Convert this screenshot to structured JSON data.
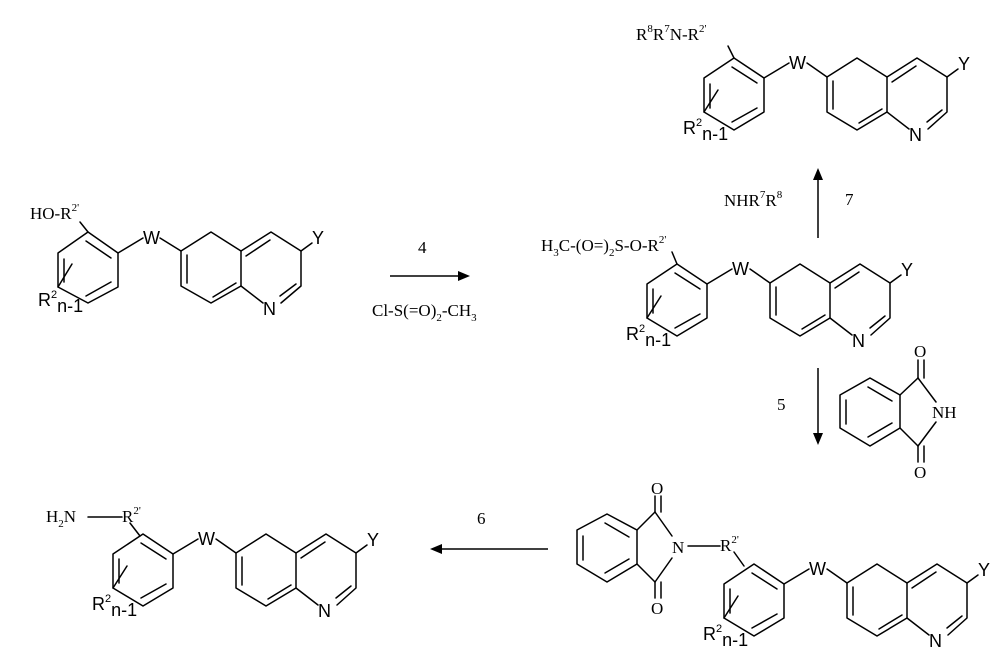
{
  "molecules": {
    "start": {
      "label_main": "HO-R",
      "label_sup": "2'",
      "sub_r": "R",
      "sub_r_sup": "2",
      "sub_index": "n-1",
      "w": "W",
      "y": "Y",
      "n": "N"
    },
    "mesylate": {
      "label_pre": "H",
      "label_pre_sub": "3",
      "label_mid": "C-(O=)",
      "label_mid_sub": "2",
      "label_end": "S-O-R",
      "label_sup": "2'",
      "sub_r": "R",
      "sub_r_sup": "2",
      "sub_index": "n-1",
      "w": "W",
      "y": "Y",
      "n": "N"
    },
    "amine_product": {
      "r8": "R",
      "r8_sup": "8",
      "r7": "R",
      "r7_sup": "7",
      "mid": "N-R",
      "label_sup": "2'",
      "sub_r": "R",
      "sub_r_sup": "2",
      "sub_index": "n-1",
      "w": "W",
      "y": "Y",
      "n": "N"
    },
    "phthalimide_product": {
      "o_top": "O",
      "o_bottom": "O",
      "n_imide": "N",
      "r": "R",
      "r_sup": "2'",
      "sub_r": "R",
      "sub_r_sup": "2",
      "sub_index": "n-1",
      "w": "W",
      "y": "Y",
      "n": "N"
    },
    "primary_amine": {
      "h": "H",
      "h_sub": "2",
      "n": "N",
      "r": "R",
      "r_sup": "2'",
      "sub_r": "R",
      "sub_r_sup": "2",
      "sub_index": "n-1",
      "w": "W",
      "y": "Y",
      "n_ring": "N"
    },
    "phthalimide_reagent": {
      "o_top": "O",
      "o_bottom": "O",
      "nh": "NH"
    }
  },
  "steps": {
    "step4": {
      "number": "4",
      "reagent_a": "Cl-S(=O)",
      "reagent_sub": "2",
      "reagent_b": "-CH",
      "reagent_sub2": "3"
    },
    "step5": {
      "number": "5"
    },
    "step6": {
      "number": "6"
    },
    "step7": {
      "number": "7",
      "reagent_a": "NHR",
      "sup_a": "7",
      "reagent_b": "R",
      "sup_b": "8"
    }
  }
}
